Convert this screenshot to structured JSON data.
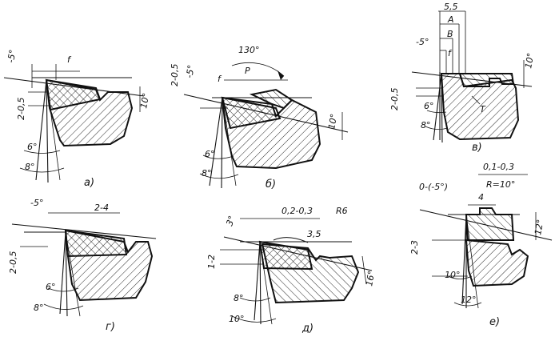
{
  "panels": {
    "a": {
      "caption": "а)",
      "labels": [
        "-5°",
        "f",
        "2-0,5",
        "10°",
        "6°",
        "8°"
      ]
    },
    "b": {
      "caption": "б)",
      "labels": [
        "130°",
        "2-0,5",
        "-5°",
        "f",
        "P",
        "10°",
        "6°",
        "8°"
      ]
    },
    "v": {
      "caption": "в)",
      "labels": [
        "5,5",
        "A",
        "B",
        "-5°",
        "f",
        "2-0,5",
        "10°",
        "T",
        "6°",
        "8°"
      ]
    },
    "g": {
      "caption": "г)",
      "labels": [
        "-5°",
        "2-4",
        "2-0,5",
        "6°",
        "8°"
      ]
    },
    "d": {
      "caption": "д)",
      "labels": [
        "3°",
        "0,2-0,3",
        "R6",
        "3,5",
        "1-2",
        "16°",
        "8°",
        "10°"
      ]
    },
    "e": {
      "caption": "е)",
      "labels": [
        "0,1-0,3",
        "0-(-5°)",
        "R=10°",
        "4",
        "2-3",
        "12°",
        "10°",
        "12°"
      ]
    }
  },
  "colors": {
    "ink": "#111111",
    "paper": "#ffffff"
  }
}
